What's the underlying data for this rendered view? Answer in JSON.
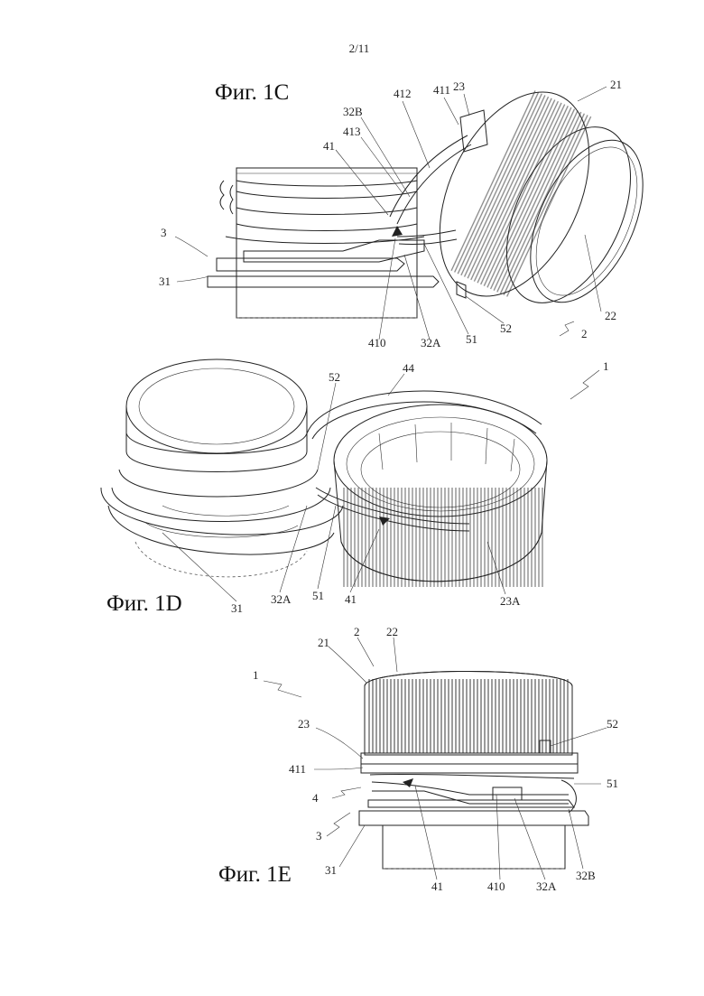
{
  "page": {
    "number": "2/11"
  },
  "figures": [
    {
      "title": "Фиг. 1C",
      "labels": [
        "21",
        "23",
        "411",
        "412",
        "32B",
        "413",
        "41",
        "3",
        "31",
        "22",
        "52",
        "2",
        "51",
        "32A",
        "410"
      ]
    },
    {
      "title": "Фиг. 1D",
      "labels": [
        "1",
        "44",
        "52",
        "31",
        "32A",
        "51",
        "41",
        "23A"
      ]
    },
    {
      "title": "Фиг. 1E",
      "labels": [
        "2",
        "22",
        "21",
        "1",
        "23",
        "52",
        "411",
        "4",
        "51",
        "3",
        "31",
        "41",
        "410",
        "32A",
        "32B"
      ]
    }
  ],
  "colors": {
    "ink": "#222222",
    "paper": "#ffffff"
  }
}
